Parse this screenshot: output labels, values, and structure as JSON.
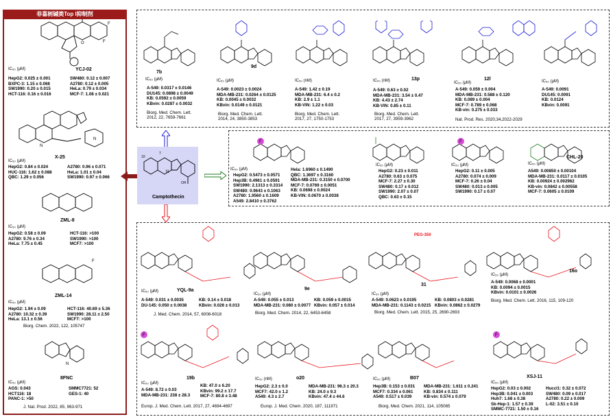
{
  "left_panel": {
    "title": "非喜树碱类Top I抑制剂",
    "compounds": [
      {
        "name": "YCJ-02",
        "ic": "IC₅₀ (μM)",
        "left": [
          "HepG2: 0.025 ± 0.001",
          "BXPC-3: 1.15 ± 0.068",
          "SW1990: 0.20 ± 0.015",
          "HCT-116: 0.16 ± 0.016"
        ],
        "right": [
          "SW480: 0.12 ± 0.007",
          "A2780: 0.12 ± 0.005",
          "HeLa: 0.79 ± 0.034",
          "MCF-7: 1.08 ± 0.021"
        ]
      },
      {
        "name": "X-25",
        "ic": "IC₅₀ (μM)",
        "left": [
          "HepG2: 0.84 ± 0.024",
          "HUC-116: 1.62 ± 0.088",
          "QBC: 1.29 ± 0.056"
        ],
        "right": [
          "A2780: 0.96 ± 0.071",
          "HeLa: 1.01 ± 0.04",
          "SW1990: 0.97 ± 0.066"
        ]
      },
      {
        "name": "ZML-8",
        "ic": "IC₅₀ (μM)",
        "left": [
          "HepG2: 0.58 ± 0.09",
          "A2780: 9.76 ± 0.34",
          "HeLa: 7.75 ± 0.45"
        ],
        "right": [
          "HCT-116: >100",
          "SW1990: >100",
          "MCF7: >100"
        ]
      },
      {
        "name": "ZML-14",
        "ic": "IC₅₀ (μM)",
        "left": [
          "HepG2: 1.94 ± 0.09",
          "A2780: 10.32 ± 0.39",
          "HeLa: 13.1 ± 0.56"
        ],
        "right": [
          "HCT-116: 40.69 ± 5.36",
          "SW1990: 28.11 ± 2.50",
          "MCF7: >100"
        ],
        "ref": "Biorg. Chem. 2022, 122, 105747"
      },
      {
        "name": "8FNC",
        "ic": "IC₅₀ (μM)",
        "left": [
          "AGS: 0.043",
          "HCT116: 18",
          "PANC-1: >50"
        ],
        "right": [
          "SMMC7721: 52",
          "GES-1: 40"
        ],
        "ref": "J. Nat. Prod. 2022, 85, 963-971"
      }
    ]
  },
  "center": {
    "label": "Camptothecin",
    "num10": "10",
    "num7": "7"
  },
  "top_row": [
    {
      "name": "7b",
      "ic": "IC₅₀ (μM)",
      "vals": [
        "A-549: 0.0317 ± 0.0146",
        "DU145: 0.0898 ± 0.0049",
        "KB: 0.0592 ± 0.0059",
        "KBvin: 0.0287 ± 0.0032"
      ],
      "ref": [
        "Biorg. Med. Chem. Lett.",
        "2012, 22, 7659-7661"
      ]
    },
    {
      "name": "9d",
      "ic": "IC₅₀ (μM)",
      "vals": [
        "A-549: 0.0023 ± 0.0024",
        "MDA-MB-231: 0.0264 ± 0.0125",
        "KB: 0.0045 ± 0.0032",
        "KBvin: 0.0149 ± 0.0121"
      ],
      "ref": [
        "Biorg. Med. Chem. Lett.",
        "2014, 24, 3850-3853"
      ]
    },
    {
      "name": "",
      "ic": "IC₅₀ (nM)",
      "vals": [
        "A-549: 1.42 ± 0.19",
        "MDA-MB-231: 6.4 ± 0.2",
        "KB: 2.9 ± 1.1",
        "KB-VIN: 1.22 ± 0.03"
      ],
      "ref": [
        "Biorg. Med. Chem. Lett.",
        "2017, 27, 1750-1753"
      ]
    },
    {
      "name": "13p",
      "ic": "IC₅₀ (nM)",
      "vals": [
        "A-549: 0.63 ± 0.02",
        "MDA-MB-231: 3.54 ± 0.47",
        "KB: 4.43 ± 2.74",
        "KB-VIN: 0.85 ± 0.11"
      ],
      "ref": [
        "Biorg. Med. Chem. Lett.",
        "2017, 27, 3959-3962"
      ]
    },
    {
      "name": "12l",
      "ic": "IC₅₀ (μM)",
      "vals": [
        "A-549: 0.059 ± 0.004",
        "MDA-MB-231: 0.588 ± 0.120",
        "KB: 0.089 ± 0.004",
        "MCF-7: 0.789 ± 0.068",
        "KB-vin: 0.275 ± 0.033"
      ],
      "ref": [
        "Nat. Prod. Res. 2020,34,2022-2029"
      ]
    },
    {
      "name": "",
      "ic": "IC₅₀ (μM)",
      "vals": [
        "A-549: 0.0091",
        "DU145: 0.0091",
        "KB: 0.0124",
        "KBvin: 0.0091"
      ],
      "ref": []
    }
  ],
  "mid_row": [
    {
      "ic": "IC₅₀ (μM)",
      "left": [
        "HepG2: 0.5473 ± 0.0571",
        "Hep3B: 0.4961 ± 0.0591",
        "SW1990: 2.1313 ± 0.3314",
        "SW480: 0.9643 ± 0.1063",
        "A2780: 1.9560 ± 0.1609",
        "A549: 2.8410 ± 0.3762"
      ],
      "right": [
        "Hela: 1.6960 ± 0.1490",
        "QBC: 1.3697 ± 0.3160",
        "MDA-MB-231: 0.3150 ± 0.0700",
        "MCF-7: 0.0769 ± 0.0051",
        "KB: 0.0698 ± 0.0024",
        "KB-VIN: 0.0670 ± 0.0038"
      ]
    },
    {
      "ic": "IC₅₀ (μM)",
      "vals": [
        "HepG2: 0.23 ± 0.011",
        "A2780: 0.63 ± 0.075",
        "MCF-7: 2.27 ± 0.30",
        "SW480: 0.17 ± 0.012",
        "SW1990: 2.07 ± 0.07",
        "QBC: 0.63 ± 0.15"
      ]
    },
    {
      "ic": "IC₅₀ (μM)",
      "vals": [
        "HepG2: 0.11 ± 0.005",
        "A2780: 0.074 ± 0.009",
        "MCF-7: 0.26 ± 0.04",
        "SW480: 0.013 ± 0.005",
        "SW1990: 0.17 ± 0.07"
      ]
    },
    {
      "name": "CHL-20",
      "ic": "IC₅₀ (μM)",
      "vals": [
        "A549: 0.00850 ± 0.00104",
        "MDA-MB-231: 0.0117 ± 0.0105",
        "KB: 0.00924 ± 0.002962",
        "KB-vin: 0.0842 ± 0.00558",
        "MCF-7: 0.0605 ± 0.0109"
      ]
    }
  ],
  "bottom1": [
    {
      "name": "YQL-9a",
      "ic": "IC₅₀ (μM)",
      "left": [
        "A-549: 0.031 ± 0.0035",
        "DU-145: 0.050 ± 0.0038"
      ],
      "right": [
        "KB: 0.14 ± 0.018",
        "KBvin: 0.026 ± 0.013"
      ],
      "ref": "J. Med. Chem. 2014, 57, 6008-6018"
    },
    {
      "name": "9e",
      "ic": "IC₅₀ (μM)",
      "left": [
        "A-549: 0.055 ± 0.013",
        "MDA-MB-231: 0.080 ± 0.0077"
      ],
      "right": [
        "KB: 0.059 ± 0.0015",
        "KBvin: 0.057 ± 0.014"
      ],
      "ref": "Biorg. Med. Chem. 2014, 22, 6453-6458"
    },
    {
      "name": "31",
      "ic": "IC₅₀ (μM)",
      "left": [
        "A-549: 0.0623 ± 0.0195",
        "MDA-MB-231: 0.1143 ± 0.0215"
      ],
      "right": [
        "KB: 0.0803 ± 0.0281",
        "KBvin: 0.0862 ± 0.0279"
      ],
      "ref": "Biorg. Med. Chem. Lett. 2015, 25, 2690-2693",
      "peg": "PEG-350"
    },
    {
      "name": "16o",
      "ic": "IC₅₀ (μM)",
      "vals": [
        "A-549: 0.0068 ± 0.0001",
        "KB: 0.0094 ± 0.0015",
        "KBvin: 0.0101 ± 0.0026"
      ],
      "ref": "Biorg. Med. Chem. Lett. 2016, 115, 109-120"
    }
  ],
  "bottom2": [
    {
      "name": "19b",
      "ic": "IC₅₀ (μM)",
      "left": [
        "A-549: 8.72 ± 0.03",
        "MDA-MB-231: 238 ± 28.3"
      ],
      "right": [
        "KB: 47.0 ± 6.20",
        "KBvin: 99.2 ± 17.7",
        "MCF-7: 80.8 ± 3.48"
      ],
      "ref": "Europ. J. Med. Chem. Lett. 2017, 27, 4694-4697"
    },
    {
      "name": "o20",
      "ic": "IC₅₀ (nM)",
      "left": [
        "HepG2: 2.3 ± 0.0",
        "MCF7: 42.0 ± 1.2",
        "A549: 4.3 ± 2.7"
      ],
      "right": [
        "MDA-MB-231: 96.3 ± 20.3",
        "KB: 24.0 ± 9.3",
        "KBvin: 47.4 ± 44.6"
      ],
      "ref": "Europ. J. Med. Chem. 2020, 187, 111971"
    },
    {
      "name": "B07",
      "ic": "IC₅₀ (μM)",
      "left": [
        "Hep3B: 0.153 ± 0.031",
        "MCF7: 0.334 ± 0.061",
        "A549: 0.517 ± 0.039"
      ],
      "right": [
        "MDA-MB-231: 1.611 ± 0.241",
        "KB: 0.834 ± 0.111",
        "KB-vin: 0.574 ± 0.079"
      ],
      "ref": "Biorg. Med. Chem. 2021, 114, 105065"
    },
    {
      "name": "XSJ-11",
      "ic": "IC₅₀ (μM)",
      "left": [
        "HepG2: 0.03 ± 0.002",
        "Hep3B: 0.041 ± 0.003",
        "Huh7: 1.68 ± 0.38",
        "Sk-Hep-1: 1.57 ± 0.39",
        "SMMC-7721: 1.50 ± 0.16"
      ],
      "right": [
        "Huccl1: 0.32 ± 0.072",
        "SW480: 0.09 ± 0.017",
        "A2780: 0.22 ± 0.009",
        "L-02: 3.51 ± 0.10"
      ]
    }
  ],
  "colors": {
    "red": "#e8141c",
    "blue": "#1a1ad4",
    "green": "#1e7a1e",
    "dark_red": "#8b1a1a",
    "magenta": "#d64fd6",
    "center_bg": "#d6d6f7"
  }
}
